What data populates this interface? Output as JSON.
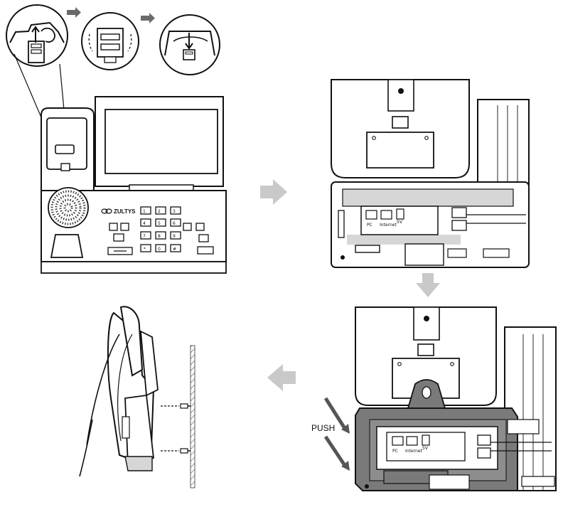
{
  "diagram": {
    "brand_label": "ZULTYS",
    "push_label": "PUSH",
    "keypad_keys": [
      "1",
      "2",
      "3",
      "4",
      "5",
      "6",
      "7",
      "8",
      "9",
      "*",
      "0",
      "#"
    ],
    "port_labels": {
      "pc": "PC",
      "internet": "Internet",
      "power": "5V"
    },
    "colors": {
      "line": "#111111",
      "arrow": "#c9c9c9",
      "shade": "#d6d6d6",
      "dark_bracket": "#7a7a7a"
    },
    "icons": [
      "step-arrow-icon",
      "flow-arrow-icon"
    ]
  }
}
